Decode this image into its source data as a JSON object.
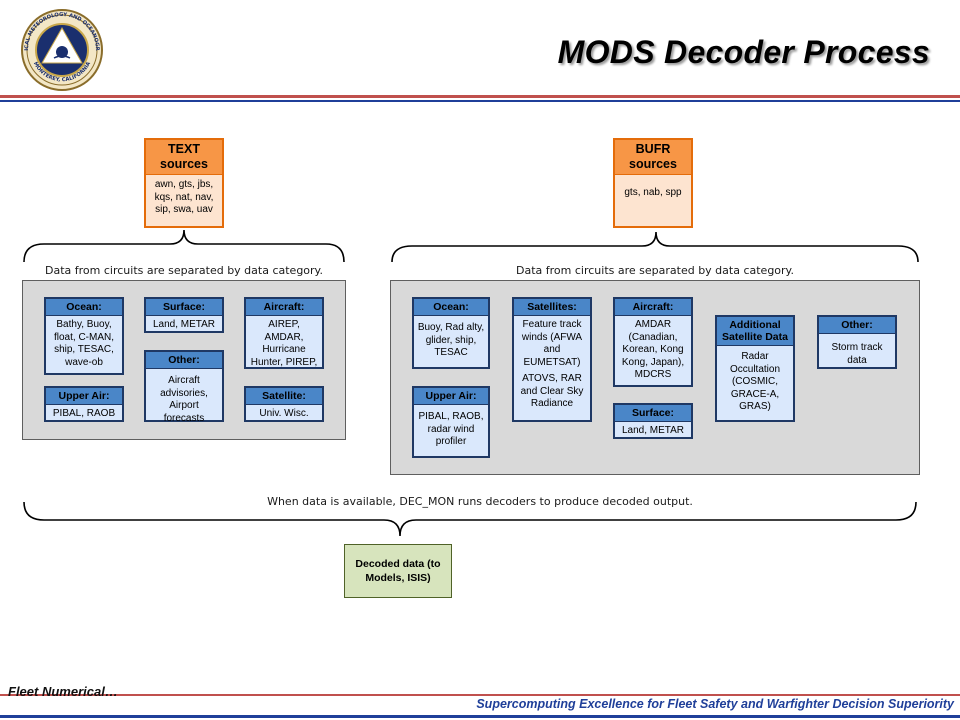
{
  "header": {
    "title": "MODS Decoder Process",
    "logo": {
      "icon": "fnmoc-seal-icon",
      "text_top": "FLEET NUMERICAL METEOROLOGY AND OCEANOGRAPHY CENTER",
      "text_bottom": "MONTEREY, CALIFORNIA"
    }
  },
  "text_sources": {
    "title_line1": "TEXT",
    "title_line2": "sources",
    "body": [
      "awn, gts, jbs,",
      "kqs, nat, nav,",
      "sip, swa, uav"
    ]
  },
  "bufr_sources": {
    "title_line1": "BUFR",
    "title_line2": "sources",
    "body": [
      "gts, nab, spp"
    ]
  },
  "left_caption": "Data from circuits are separated by data category.",
  "right_caption": "Data from circuits are separated by data category.",
  "left_categories": {
    "ocean": {
      "title": "Ocean:",
      "lines": [
        "Bathy, Buoy,",
        "float, C-MAN,",
        "ship, TESAC,",
        "wave-ob"
      ]
    },
    "upper_air": {
      "title": "Upper Air:",
      "lines": [
        "PIBAL, RAOB"
      ]
    },
    "surface": {
      "title": "Surface:",
      "lines": [
        "Land, METAR"
      ]
    },
    "other": {
      "title": "Other:",
      "lines": [
        "Aircraft",
        "advisories,",
        "Airport forecasts"
      ]
    },
    "aircraft": {
      "title": "Aircraft:",
      "lines": [
        "AIREP,",
        "AMDAR,",
        "Hurricane",
        "Hunter, PIREP,"
      ]
    },
    "satellite": {
      "title": "Satellite:",
      "lines": [
        "Univ. Wisc."
      ]
    }
  },
  "right_categories": {
    "ocean": {
      "title": "Ocean:",
      "lines": [
        "Buoy, Rad alty,",
        "glider, ship,",
        "TESAC"
      ]
    },
    "upper_air": {
      "title": "Upper Air:",
      "lines": [
        "PIBAL, RAOB,",
        "radar wind",
        "profiler"
      ]
    },
    "satellites": {
      "title": "Satellites:",
      "lines": [
        "Feature track",
        "winds (AFWA",
        "and",
        "EUMETSAT)"
      ],
      "lines2": [
        "ATOVS, RAR",
        "and Clear Sky",
        "Radiance"
      ]
    },
    "aircraft": {
      "title": "Aircraft:",
      "lines": [
        "AMDAR",
        "(Canadian,",
        "Korean, Kong",
        "Kong, Japan),",
        "MDCRS"
      ]
    },
    "surface": {
      "title": "Surface:",
      "lines": [
        "Land, METAR"
      ]
    },
    "additional_satellite": {
      "title_line1": "Additional",
      "title_line2": "Satellite Data",
      "lines": [
        "Radar",
        "Occultation",
        "(COSMIC,",
        "GRACE-A,",
        "GRAS)"
      ]
    },
    "other": {
      "title": "Other:",
      "lines": [
        "Storm track data"
      ]
    }
  },
  "bottom_caption": "When data is available, DEC_MON runs decoders to produce decoded output.",
  "decoded": {
    "line1": "Decoded data (to",
    "line2": "Models, ISIS)"
  },
  "footer": {
    "left": "Fleet Numerical…",
    "right": "Supercomputing Excellence for Fleet Safety and Warfighter Decision Superiority"
  },
  "colors": {
    "blue_header": "#4a86c8",
    "blue_body": "#dae8fc",
    "orange_header": "#f79646",
    "orange_body": "#fde4d0",
    "green_box": "#d7e4bd",
    "panel_gray": "#d9d9d9",
    "rule_red": "#c0504d",
    "rule_blue": "#1f3f99"
  }
}
